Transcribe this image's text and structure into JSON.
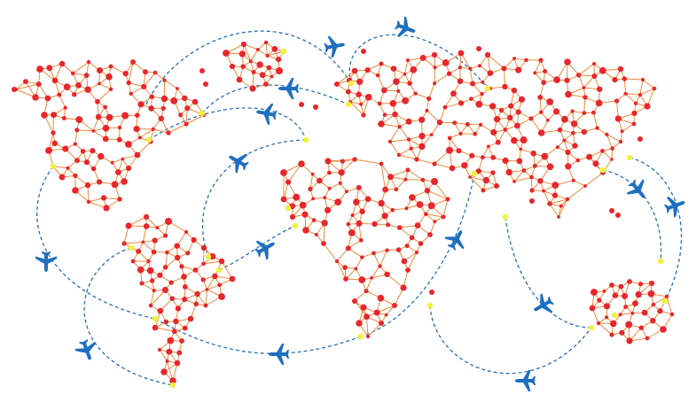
{
  "colors": {
    "background": "#ffffff",
    "network_edge": "#f08a3c",
    "network_node": "#e8262c",
    "hub_node": "#f2f23a",
    "flight_path": "#2b6fb5",
    "plane": "#1e6fc0"
  },
  "icons": {
    "plane": "airplane-icon",
    "node": "network-node",
    "hub": "airport-hub"
  },
  "continents": [
    "north-america",
    "south-america",
    "greenland",
    "europe-asia",
    "africa",
    "australia"
  ],
  "flight_route_count": 16
}
